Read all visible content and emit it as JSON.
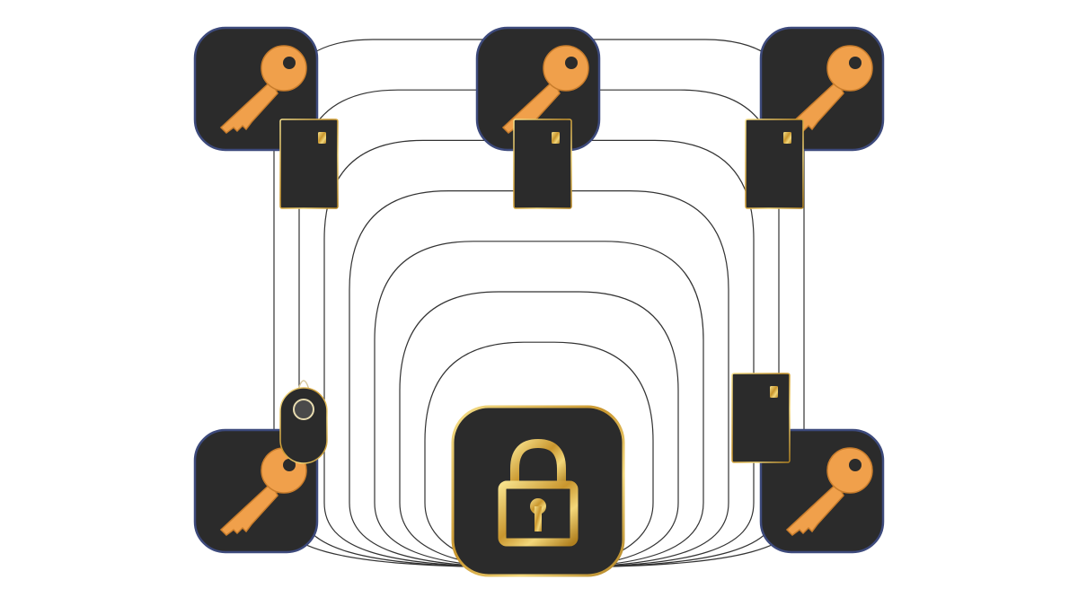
{
  "diagram": {
    "center": {
      "icon": "padlock-icon"
    },
    "nodes": [
      {
        "id": "key-top-left",
        "icon": "key-icon"
      },
      {
        "id": "key-top-center",
        "icon": "key-icon"
      },
      {
        "id": "key-top-right",
        "icon": "key-icon"
      },
      {
        "id": "key-bottom-left",
        "icon": "key-icon"
      },
      {
        "id": "key-bottom-right",
        "icon": "key-icon"
      }
    ],
    "devices": [
      {
        "id": "card-top-left",
        "icon": "smart-card-icon"
      },
      {
        "id": "card-top-center",
        "icon": "smart-card-icon"
      },
      {
        "id": "card-top-right",
        "icon": "smart-card-icon"
      },
      {
        "id": "card-right",
        "icon": "smart-card-icon"
      },
      {
        "id": "fob-left",
        "icon": "key-fob-icon"
      }
    ],
    "connector_count": 7
  },
  "colors": {
    "background": "#ffffff",
    "tile": "#2b2b2b",
    "tile_border": "#3d4a7c",
    "key": "#f0a04b",
    "gold": "#d9b44a",
    "line": "#333333"
  }
}
